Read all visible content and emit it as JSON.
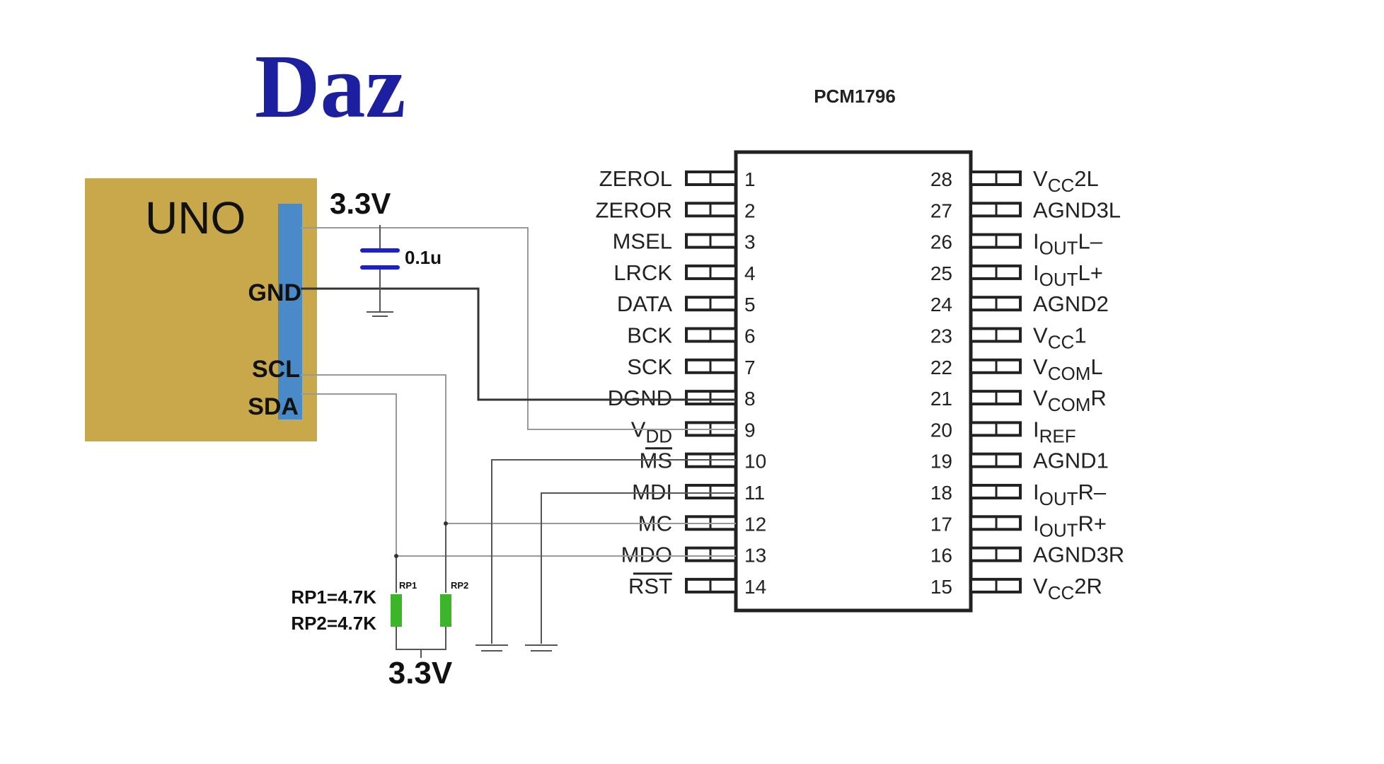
{
  "logo": {
    "text": "Daz",
    "color": "#1c1fa0"
  },
  "chip": {
    "name": "PCM1796",
    "left_pins": [
      {
        "num": "1",
        "label": "ZEROL"
      },
      {
        "num": "2",
        "label": "ZEROR"
      },
      {
        "num": "3",
        "label": "MSEL"
      },
      {
        "num": "4",
        "label": "LRCK"
      },
      {
        "num": "5",
        "label": "DATA"
      },
      {
        "num": "6",
        "label": "BCK"
      },
      {
        "num": "7",
        "label": "SCK"
      },
      {
        "num": "8",
        "label": "DGND"
      },
      {
        "num": "9",
        "label": "V",
        "sub": "DD"
      },
      {
        "num": "10",
        "label": "MS",
        "overline": true
      },
      {
        "num": "11",
        "label": "MDI"
      },
      {
        "num": "12",
        "label": "MC"
      },
      {
        "num": "13",
        "label": "MDO"
      },
      {
        "num": "14",
        "label": "RST",
        "overline": true
      }
    ],
    "right_pins": [
      {
        "num": "28",
        "label": "V",
        "sub": "CC",
        "suffix": "2L"
      },
      {
        "num": "27",
        "label": "AGND3L"
      },
      {
        "num": "26",
        "label": "I",
        "sub": "OUT",
        "suffix": "L–"
      },
      {
        "num": "25",
        "label": "I",
        "sub": "OUT",
        "suffix": "L+"
      },
      {
        "num": "24",
        "label": "AGND2"
      },
      {
        "num": "23",
        "label": "V",
        "sub": "CC",
        "suffix": "1"
      },
      {
        "num": "22",
        "label": "V",
        "sub": "COM",
        "suffix": "L"
      },
      {
        "num": "21",
        "label": "V",
        "sub": "COM",
        "suffix": "R"
      },
      {
        "num": "20",
        "label": "I",
        "sub": "REF"
      },
      {
        "num": "19",
        "label": "AGND1"
      },
      {
        "num": "18",
        "label": "I",
        "sub": "OUT",
        "suffix": "R–"
      },
      {
        "num": "17",
        "label": "I",
        "sub": "OUT",
        "suffix": "R+"
      },
      {
        "num": "16",
        "label": "AGND3R"
      },
      {
        "num": "15",
        "label": "V",
        "sub": "CC",
        "suffix": "2R"
      }
    ]
  },
  "uno": {
    "label": "UNO",
    "body_color": "#c8a84a",
    "header_color": "#4a8ac8",
    "pin_gnd": "GND",
    "pin_scl": "SCL",
    "pin_sda": "SDA"
  },
  "supply_top": "3.3V",
  "capacitor": {
    "label": "0.1u",
    "color": "#1c1fcf"
  },
  "resistors": {
    "rp1_tag": "RP1",
    "rp2_tag": "RP2",
    "rp1_value": "RP1=4.7K",
    "rp2_value": "RP2=4.7K",
    "color": "#3cb52b"
  },
  "supply_bottom": "3.3V"
}
